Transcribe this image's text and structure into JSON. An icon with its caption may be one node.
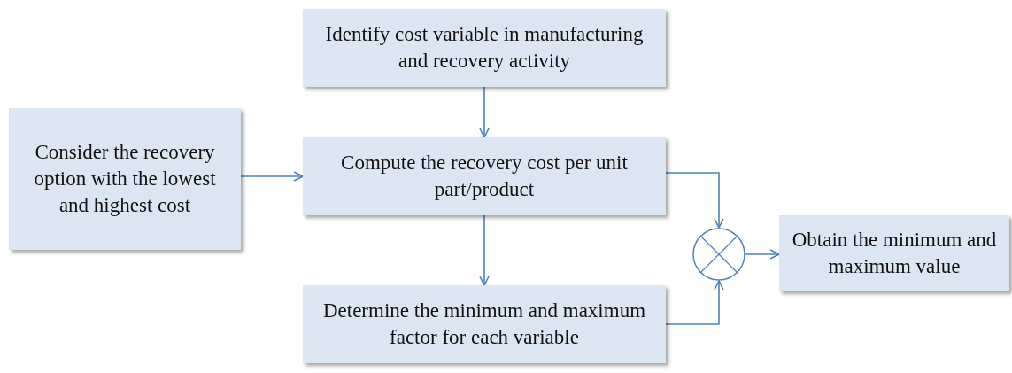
{
  "diagram": {
    "nodes": [
      {
        "text": [
          "Identify cost variable in manufacturing and recovery activity"
        ]
      },
      {
        "text": [
          "Consider the recovery option with the lowest and highest cost"
        ]
      },
      {
        "text": [
          "Compute the recovery cost per unit part/product"
        ]
      },
      {
        "text": [
          "Determine the minimum and maximum factor for each variable"
        ]
      },
      {
        "text": [],
        "shape": "circle"
      },
      {
        "text": [
          "Obtain the minimum and maximum value"
        ]
      }
    ],
    "edges": [
      {
        "from": 0,
        "to": 2,
        "arrow": "to"
      },
      {
        "from": 1,
        "to": 2,
        "arrow": "to"
      },
      {
        "from": 2,
        "to": 3,
        "arrow": "to"
      },
      {
        "from": 2,
        "to": 4,
        "arrow": "to"
      },
      {
        "from": 3,
        "to": 4,
        "arrow": "to"
      },
      {
        "from": 4,
        "to": 5,
        "arrow": "to"
      }
    ]
  }
}
